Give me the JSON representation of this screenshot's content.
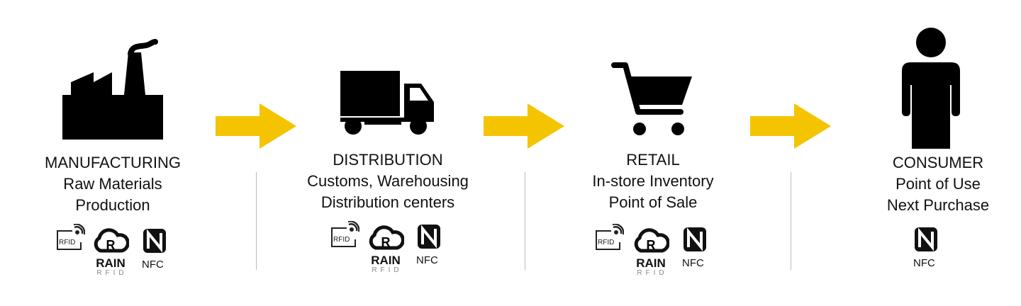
{
  "colors": {
    "arrow": "#F5C400",
    "icon": "#000000"
  },
  "stages": [
    {
      "title": "MANUFACTURING",
      "lines": [
        "Raw Materials",
        "Production"
      ],
      "icon": "factory-icon",
      "badges": [
        "rfid",
        "rain-rfid",
        "nfc"
      ]
    },
    {
      "title": "DISTRIBUTION",
      "lines": [
        "Customs, Warehousing",
        "Distribution centers"
      ],
      "icon": "truck-icon",
      "badges": [
        "rfid",
        "rain-rfid",
        "nfc"
      ]
    },
    {
      "title": "RETAIL",
      "lines": [
        "In-store Inventory",
        "Point of Sale"
      ],
      "icon": "shopping-cart-icon",
      "badges": [
        "rfid",
        "rain-rfid",
        "nfc"
      ]
    },
    {
      "title": "CONSUMER",
      "lines": [
        "Point of Use",
        "Next Purchase"
      ],
      "icon": "person-icon",
      "badges": [
        "nfc"
      ]
    }
  ],
  "badge_labels": {
    "rfid": "RFID",
    "rain": "RAIN",
    "rain_sub": "RFID",
    "nfc": "NFC"
  }
}
